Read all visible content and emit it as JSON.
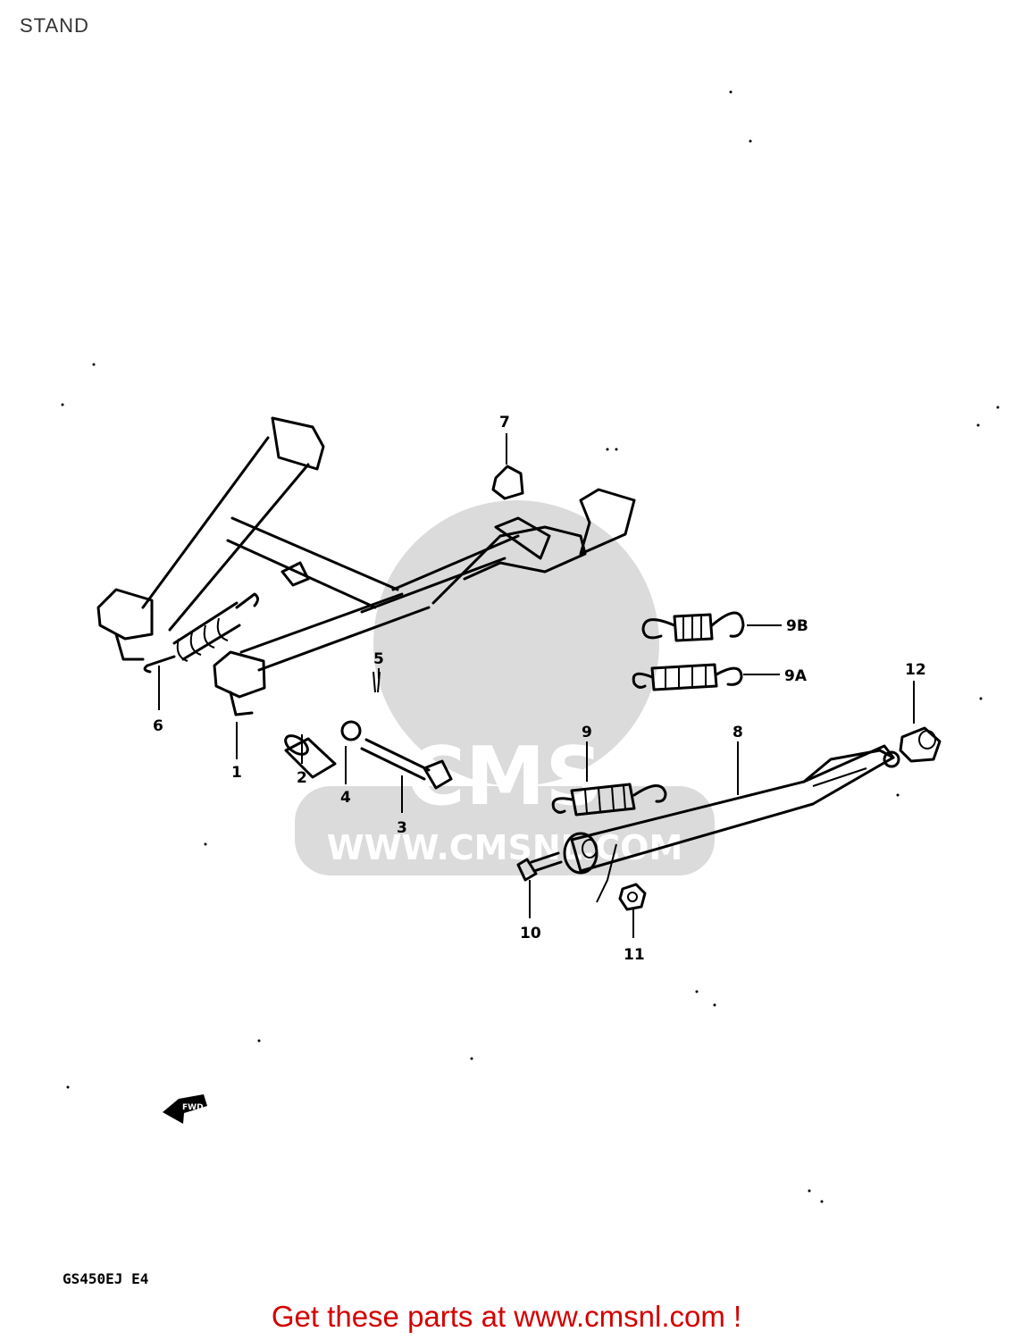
{
  "header": {
    "title": "STAND"
  },
  "watermark": {
    "brand": "CMS",
    "url": "WWW.CMSNL.COM",
    "color": "#bdbdbd"
  },
  "callouts": {
    "c1": "1",
    "c2": "2",
    "c3": "3",
    "c4": "4",
    "c5": "5",
    "c6": "6",
    "c7": "7",
    "c8": "8",
    "c9": "9",
    "c9a": "9A",
    "c9b": "9B",
    "c10": "10",
    "c11": "11",
    "c12": "12"
  },
  "fwd_arrow": {
    "label": "FWD",
    "icon": "forward-arrow-icon"
  },
  "footer": {
    "model_code": "GS450EJ E4",
    "cta_text": "Get these parts at ",
    "cta_link": "www.cmsnl.com",
    "cta_suffix": " !",
    "cta_color": "#d40000"
  }
}
